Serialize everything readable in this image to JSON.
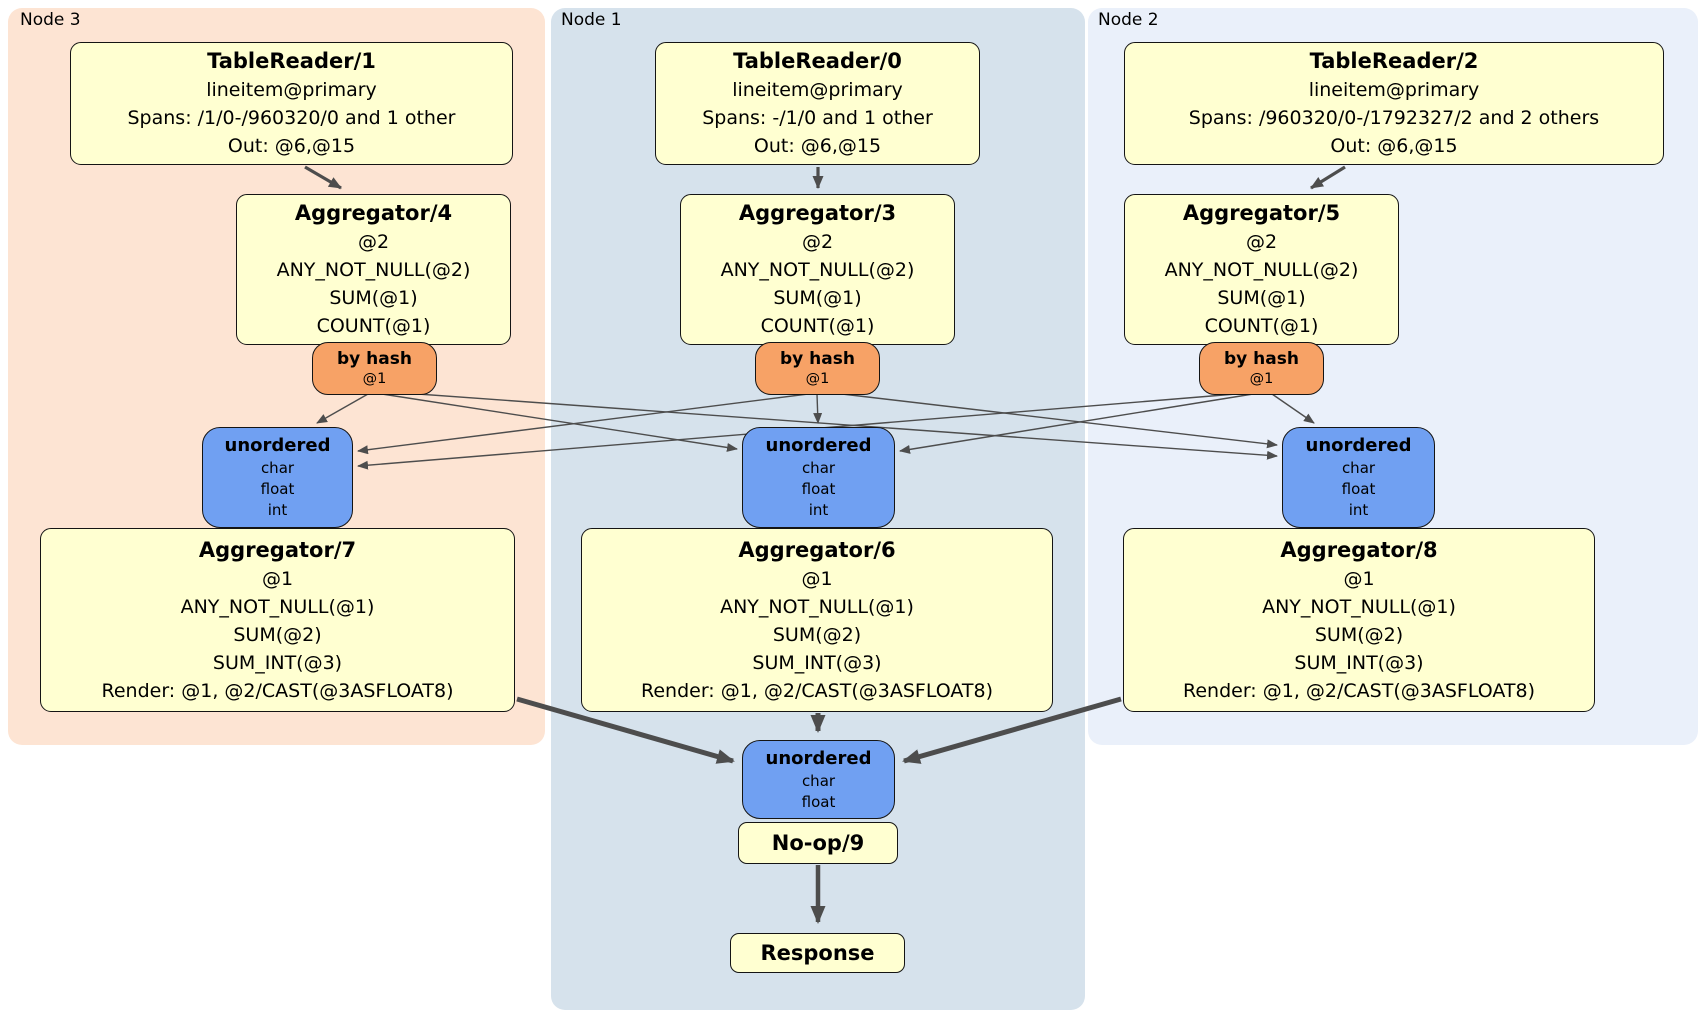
{
  "panels": [
    {
      "id": "node3",
      "label": "Node 3"
    },
    {
      "id": "node1",
      "label": "Node 1"
    },
    {
      "id": "node2",
      "label": "Node 2"
    }
  ],
  "processors": {
    "tablereader1": {
      "title": "TableReader/1",
      "lines": [
        "lineitem@primary",
        "Spans: /1/0-/960320/0 and 1 other",
        "Out: @6,@15"
      ]
    },
    "tablereader0": {
      "title": "TableReader/0",
      "lines": [
        "lineitem@primary",
        "Spans: -/1/0 and 1 other",
        "Out: @6,@15"
      ]
    },
    "tablereader2": {
      "title": "TableReader/2",
      "lines": [
        "lineitem@primary",
        "Spans: /960320/0-/1792327/2 and 2 others",
        "Out: @6,@15"
      ]
    },
    "aggregator4": {
      "title": "Aggregator/4",
      "lines": [
        "@2",
        "ANY_NOT_NULL(@2)",
        "SUM(@1)",
        "COUNT(@1)"
      ]
    },
    "aggregator3": {
      "title": "Aggregator/3",
      "lines": [
        "@2",
        "ANY_NOT_NULL(@2)",
        "SUM(@1)",
        "COUNT(@1)"
      ]
    },
    "aggregator5": {
      "title": "Aggregator/5",
      "lines": [
        "@2",
        "ANY_NOT_NULL(@2)",
        "SUM(@1)",
        "COUNT(@1)"
      ]
    },
    "aggregator7": {
      "title": "Aggregator/7",
      "lines": [
        "@1",
        "ANY_NOT_NULL(@1)",
        "SUM(@2)",
        "SUM_INT(@3)",
        "Render: @1, @2/CAST(@3ASFLOAT8)"
      ]
    },
    "aggregator6": {
      "title": "Aggregator/6",
      "lines": [
        "@1",
        "ANY_NOT_NULL(@1)",
        "SUM(@2)",
        "SUM_INT(@3)",
        "Render: @1, @2/CAST(@3ASFLOAT8)"
      ]
    },
    "aggregator8": {
      "title": "Aggregator/8",
      "lines": [
        "@1",
        "ANY_NOT_NULL(@1)",
        "SUM(@2)",
        "SUM_INT(@3)",
        "Render: @1, @2/CAST(@3ASFLOAT8)"
      ]
    },
    "noop9": {
      "title": "No-op/9"
    },
    "response": {
      "title": "Response"
    }
  },
  "routers": {
    "byhash3": {
      "title": "by hash",
      "lines": [
        "@1"
      ]
    },
    "byhash1": {
      "title": "by hash",
      "lines": [
        "@1"
      ]
    },
    "byhash2": {
      "title": "by hash",
      "lines": [
        "@1"
      ]
    }
  },
  "syncs": {
    "unordered3": {
      "title": "unordered",
      "lines": [
        "char",
        "float",
        "int"
      ]
    },
    "unordered1": {
      "title": "unordered",
      "lines": [
        "char",
        "float",
        "int"
      ]
    },
    "unordered2": {
      "title": "unordered",
      "lines": [
        "char",
        "float",
        "int"
      ]
    },
    "unordered_final": {
      "title": "unordered",
      "lines": [
        "char",
        "float"
      ]
    }
  },
  "edges": [
    {
      "from": "TableReader/1",
      "to": "Aggregator/4"
    },
    {
      "from": "TableReader/0",
      "to": "Aggregator/3"
    },
    {
      "from": "TableReader/2",
      "to": "Aggregator/5"
    },
    {
      "from": "by hash (Node 3)",
      "to": "unordered (Node 3)"
    },
    {
      "from": "by hash (Node 3)",
      "to": "unordered (Node 1)"
    },
    {
      "from": "by hash (Node 3)",
      "to": "unordered (Node 2)"
    },
    {
      "from": "by hash (Node 1)",
      "to": "unordered (Node 3)"
    },
    {
      "from": "by hash (Node 1)",
      "to": "unordered (Node 1)"
    },
    {
      "from": "by hash (Node 1)",
      "to": "unordered (Node 2)"
    },
    {
      "from": "by hash (Node 2)",
      "to": "unordered (Node 3)"
    },
    {
      "from": "by hash (Node 2)",
      "to": "unordered (Node 1)"
    },
    {
      "from": "by hash (Node 2)",
      "to": "unordered (Node 2)"
    },
    {
      "from": "Aggregator/7",
      "to": "unordered (final)"
    },
    {
      "from": "Aggregator/6",
      "to": "unordered (final)"
    },
    {
      "from": "Aggregator/8",
      "to": "unordered (final)"
    },
    {
      "from": "No-op/9",
      "to": "Response"
    }
  ],
  "colors": {
    "panel_node3": "#fde4d3",
    "panel_node1": "#d6e2ec",
    "panel_node2": "#eaf0fa",
    "processor_fill": "#ffffd1",
    "router_fill": "#f7a266",
    "sync_fill": "#70a0f2",
    "edge": "#4d4d4d"
  }
}
